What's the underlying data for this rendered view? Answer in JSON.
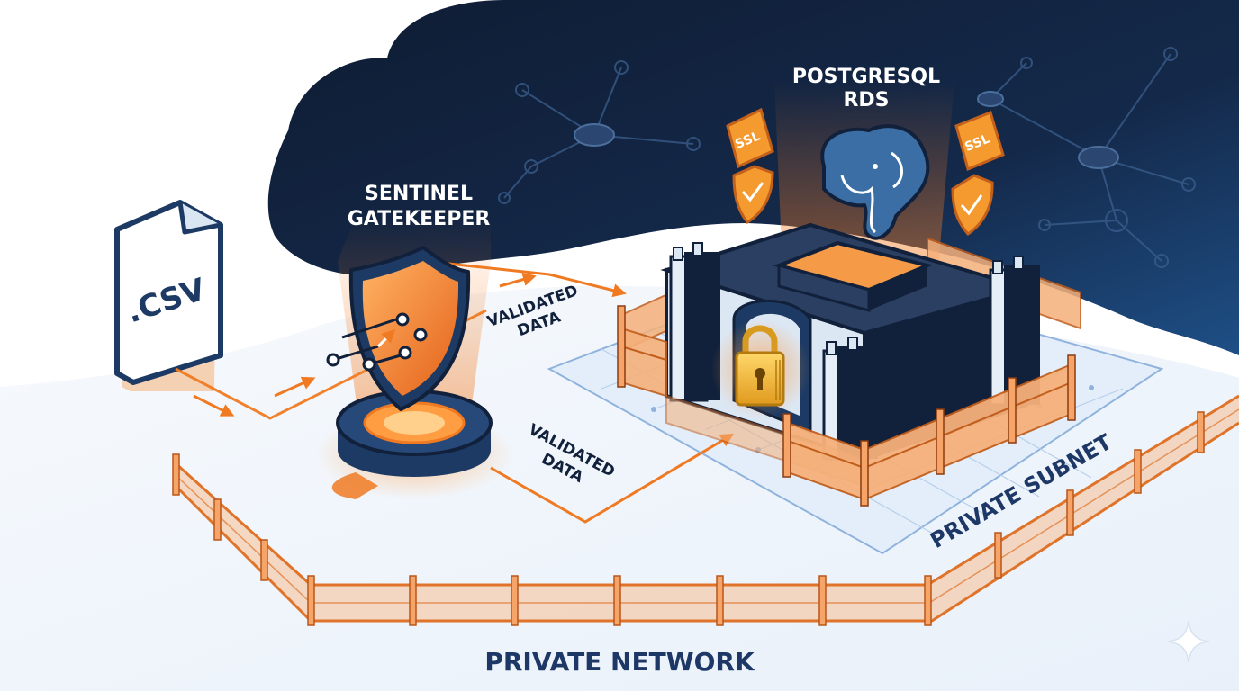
{
  "labels": {
    "file": ".CSV",
    "gatekeeper_line1": "SENTINEL",
    "gatekeeper_line2": "GATEKEEPER",
    "database_line1": "POSTGRESQL",
    "database_line2": "RDS",
    "flow_upper_line1": "VALIDATED",
    "flow_upper_line2": "DATA",
    "flow_lower_line1": "VALIDATED",
    "flow_lower_line2": "DATA",
    "ssl_left": "SSL",
    "ssl_right": "SSL",
    "subnet": "PRIVATE SUBNET",
    "network": "PRIVATE NETWORK"
  },
  "colors": {
    "navy": "#12213b",
    "dark_blue": "#1c3a63",
    "orange": "#f07a22",
    "orange_light": "#fbc08e",
    "gold": "#f2b233",
    "pale_blue": "#eaf2fb",
    "label_navy": "#1d3766"
  },
  "icons": [
    "csv-file-icon",
    "shield-icon",
    "elephant-icon",
    "padlock-icon",
    "ssl-badge-icon",
    "checkmark-shield-icon",
    "sparkle-icon"
  ]
}
